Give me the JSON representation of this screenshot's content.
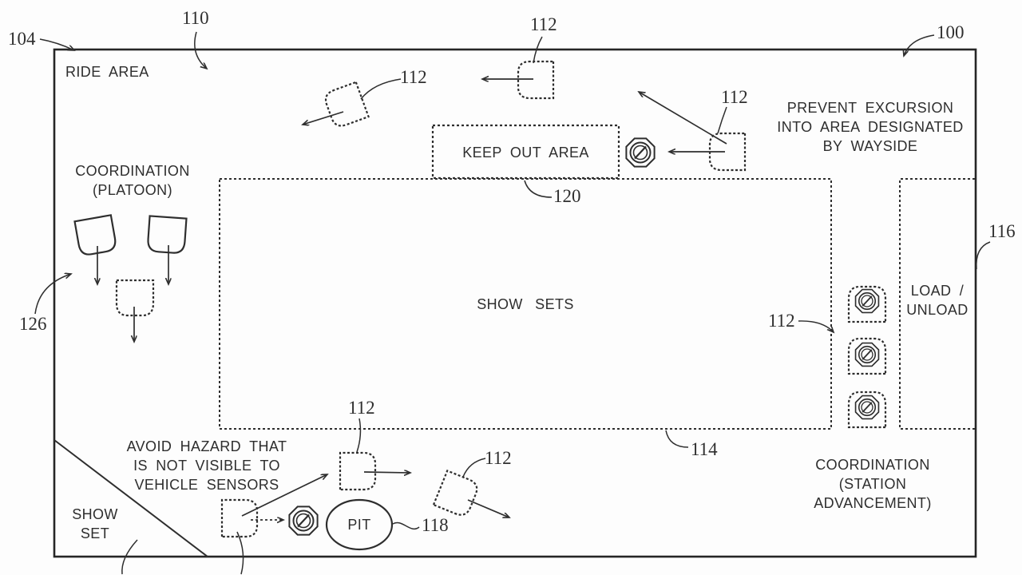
{
  "diagram": {
    "title_context": "ride vehicle coordination figure",
    "ride_area_label": "RIDE AREA",
    "coordination_platoon": {
      "line1": "COORDINATION",
      "line2": "(PLATOON)"
    },
    "keep_out_area_label": "KEEP OUT AREA",
    "show_sets_label": "SHOW SETS",
    "load_unload": {
      "line1": "LOAD /",
      "line2": "UNLOAD"
    },
    "prevent_excursion": {
      "line1": "PREVENT EXCURSION",
      "line2": "INTO AREA DESIGNATED",
      "line3": "BY WAYSIDE"
    },
    "avoid_hazard": {
      "line1": "AVOID HAZARD THAT",
      "line2": "IS NOT VISIBLE TO",
      "line3": "VEHICLE SENSORS"
    },
    "show_set": {
      "line1": "SHOW",
      "line2": "SET"
    },
    "coordination_station": {
      "line1": "COORDINATION",
      "line2": "(STATION",
      "line3": "ADVANCEMENT)"
    },
    "pit_label": "PIT",
    "refs": {
      "r100": "100",
      "r104": "104",
      "r110": "110",
      "r112": "112",
      "r114": "114",
      "r116": "116",
      "r118": "118",
      "r120": "120",
      "r126": "126"
    },
    "icons": {
      "wayside_marker": "no-entry-circle-slash",
      "vehicle": "rounded-front-square"
    },
    "colors": {
      "ink": "#2e2e2e",
      "background": "#ffffff"
    }
  }
}
